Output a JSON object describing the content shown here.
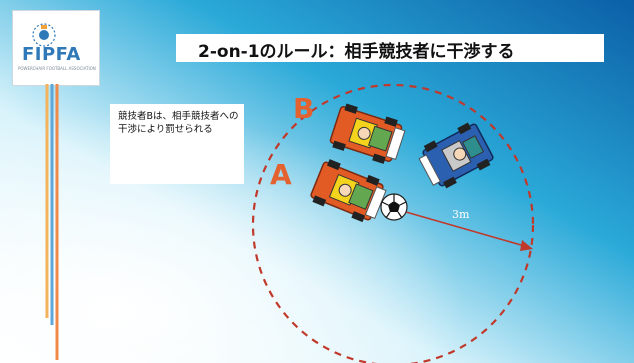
{
  "logo": {
    "text": "FIPFA",
    "subtitle": "POWERCHAIR FOOTBALL ASSOCIATION"
  },
  "title": "2-on-1のルール：相手競技者に干渉する",
  "note": "競技者Bは、相手競技者への干渉により罰せられる",
  "player_labels": {
    "a": "A",
    "b": "B"
  },
  "distance_label": "3m",
  "colors": {
    "accent_orange": "#e3622f",
    "circle": "#c0392b",
    "team_red": "#e35b24",
    "team_blue": "#2b5fb0",
    "ball": "#ffffff"
  }
}
